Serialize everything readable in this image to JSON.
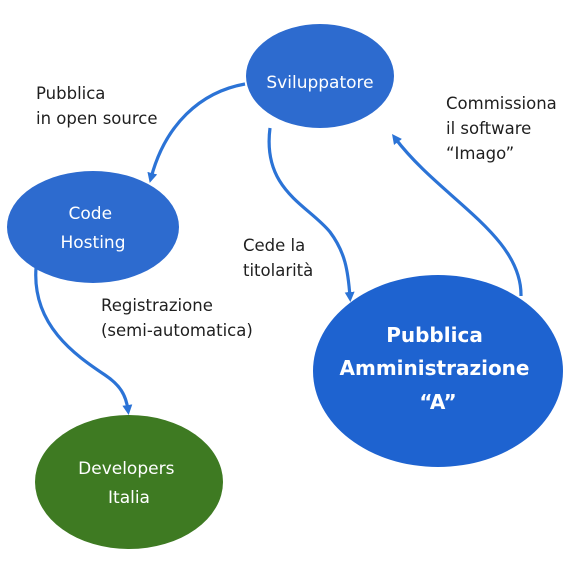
{
  "colors": {
    "blue_node": "#2d6bcf",
    "pa_node": "#1e63d0",
    "green_node": "#3e7a22",
    "arrow": "#2b73d6"
  },
  "nodes": {
    "sviluppatore": {
      "lines": [
        "Sviluppatore"
      ]
    },
    "code_hosting": {
      "lines": [
        "Code",
        "Hosting"
      ]
    },
    "developers_italia": {
      "lines": [
        "Developers",
        "Italia"
      ]
    },
    "pubblica_amministrazione": {
      "lines": [
        "Pubblica",
        "Amministrazione",
        "“A”"
      ]
    }
  },
  "edges": {
    "pubblica_open_source": {
      "lines": [
        "Pubblica",
        "in open source"
      ]
    },
    "registrazione": {
      "lines": [
        "Registrazione",
        "(semi-automatica)"
      ]
    },
    "cede_titolarita": {
      "lines": [
        "Cede la",
        "titolarità"
      ]
    },
    "commissiona": {
      "lines": [
        "Commissiona",
        "il software",
        "“Imago”"
      ]
    }
  }
}
